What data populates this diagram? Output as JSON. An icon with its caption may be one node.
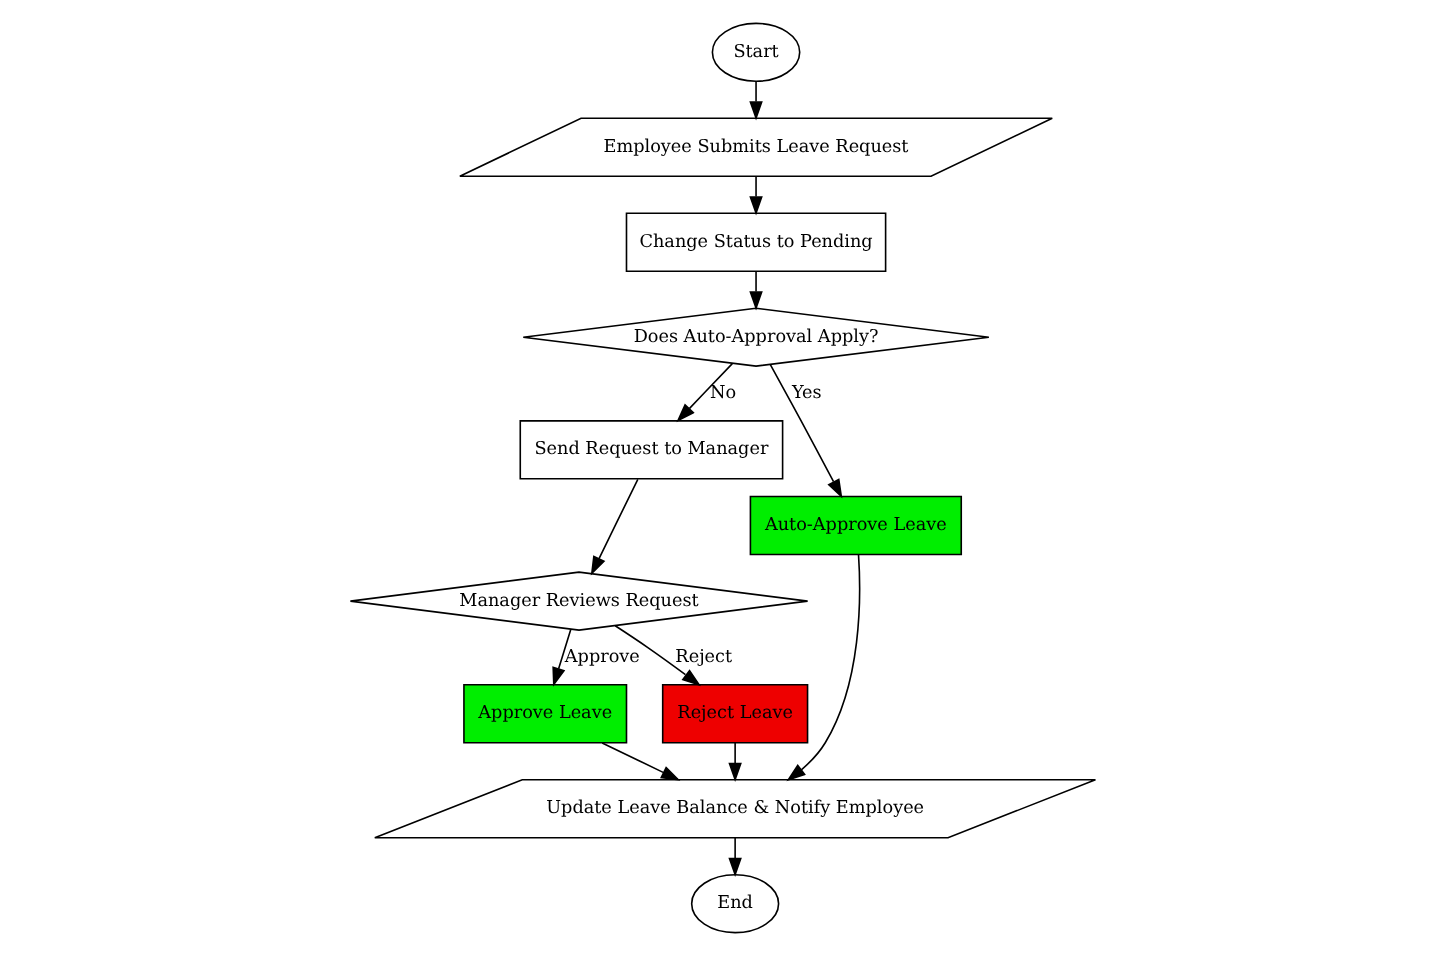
{
  "diagram": {
    "nodes": [
      {
        "text": [
          "Start"
        ]
      },
      {
        "text": [
          "Employee Submits Leave Request"
        ]
      },
      {
        "text": [
          "Change Status to Pending"
        ]
      },
      {
        "text": [
          "Does Auto-Approval Apply?"
        ]
      },
      {
        "text": [
          "Send Request to Manager"
        ]
      },
      {
        "text": [
          "Auto-Approve Leave"
        ]
      },
      {
        "text": [
          "Manager Reviews Request"
        ]
      },
      {
        "text": [
          "Approve Leave"
        ]
      },
      {
        "text": [
          "Reject Leave"
        ]
      },
      {
        "text": [
          "Update Leave Balance & Notify Employee"
        ]
      },
      {
        "text": [
          "End"
        ]
      }
    ],
    "edges": [
      {
        "from": 0,
        "to": 1,
        "arrow": "to"
      },
      {
        "from": 1,
        "to": 2,
        "arrow": "to"
      },
      {
        "from": 2,
        "to": 3,
        "arrow": "to"
      },
      {
        "from": 3,
        "to": 5,
        "arrow": "to",
        "label": "Yes"
      },
      {
        "from": 3,
        "to": 4,
        "arrow": "to",
        "label": "No"
      },
      {
        "from": 4,
        "to": 6,
        "arrow": "to"
      },
      {
        "from": 6,
        "to": 7,
        "arrow": "to",
        "label": "Approve"
      },
      {
        "from": 6,
        "to": 8,
        "arrow": "to",
        "label": "Reject"
      },
      {
        "from": 5,
        "to": 9,
        "arrow": "to"
      },
      {
        "from": 7,
        "to": 9,
        "arrow": "to"
      },
      {
        "from": 8,
        "to": 9,
        "arrow": "to"
      },
      {
        "from": 9,
        "to": 10,
        "arrow": "to"
      }
    ]
  }
}
